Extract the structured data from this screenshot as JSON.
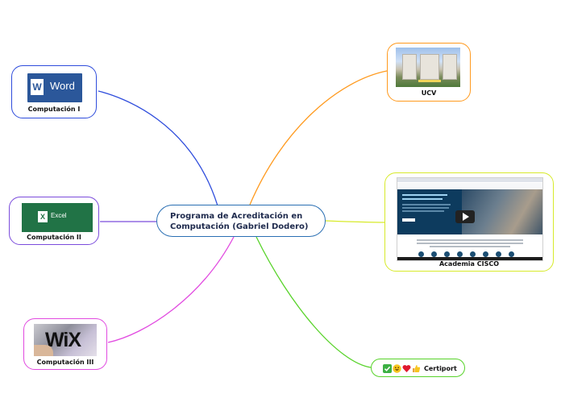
{
  "central": {
    "title": "Programa de Acreditación en Computación (Gabriel Dodero)"
  },
  "nodes": {
    "word": {
      "label": "Computación I",
      "image_text": "Word",
      "badge": "W"
    },
    "excel": {
      "label": "Computación II",
      "image_text": "Excel",
      "badge": "X"
    },
    "wix": {
      "label": "Computación III",
      "image_text": "WiX"
    },
    "ucv": {
      "label": "UCV"
    },
    "cisco": {
      "label": "Academia CISCO"
    },
    "certiport": {
      "label": "Certiport",
      "icons": [
        "check-mark-icon",
        "grinning-face-icon",
        "red-heart-icon",
        "thumbs-up-icon"
      ]
    }
  },
  "colors": {
    "central": "#2a6fb3",
    "word": "#2e4cdc",
    "excel": "#7b4cdc",
    "wix": "#e14ae0",
    "ucv": "#ff9a1e",
    "cisco": "#d7ea2a",
    "certiport": "#58d32a"
  }
}
